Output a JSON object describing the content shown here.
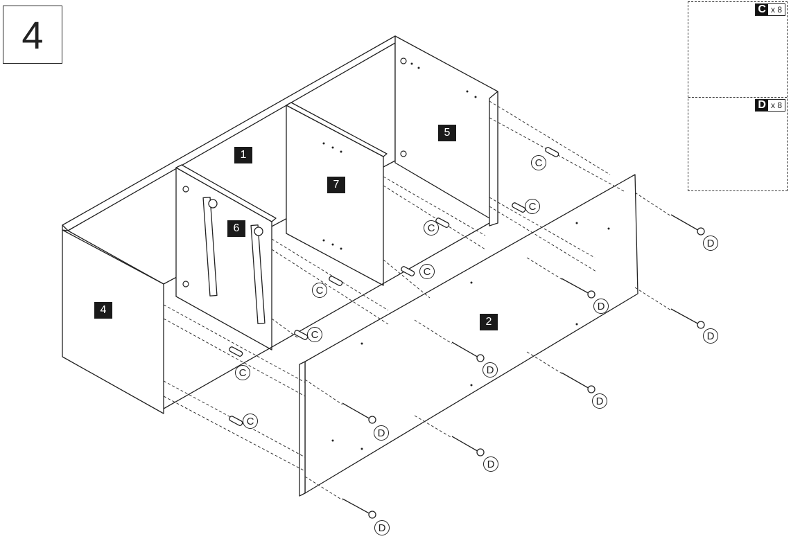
{
  "step": {
    "number": "4"
  },
  "parts": {
    "C": {
      "code": "C",
      "quantity": "x 8",
      "icon": "wooden-dowel-icon"
    },
    "D": {
      "code": "D",
      "quantity": "x 8",
      "icon": "wood-screw-icon"
    }
  },
  "panels": {
    "p1": "1",
    "p2": "2",
    "p4": "4",
    "p5": "5",
    "p6": "6",
    "p7": "7"
  },
  "callouts": {
    "dowel": "C",
    "screw": "D"
  },
  "colors": {
    "line": "#222222",
    "panel_face": "#ffffff",
    "label_bg": "#1a1a1a"
  }
}
